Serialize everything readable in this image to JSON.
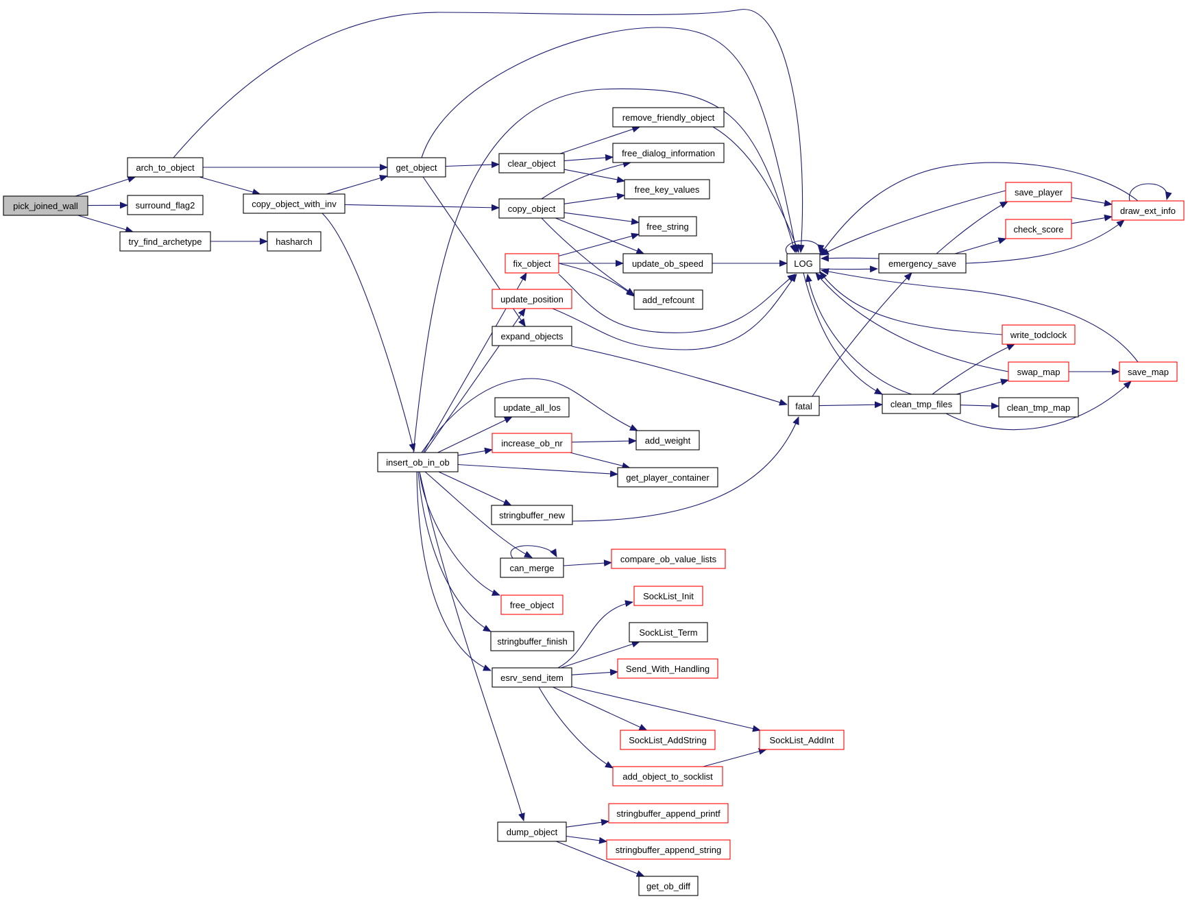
{
  "colors": {
    "edge": "#191970",
    "node_border": "#000000",
    "node_partial_border": "#ff0000",
    "root_fill": "#bfbfbf"
  },
  "nodes": [
    {
      "id": "pick_joined_wall",
      "label": "pick_joined_wall",
      "style": "root"
    },
    {
      "id": "arch_to_object",
      "label": "arch_to_object",
      "style": "normal"
    },
    {
      "id": "surround_flag2",
      "label": "surround_flag2",
      "style": "normal"
    },
    {
      "id": "try_find_archetype",
      "label": "try_find_archetype",
      "style": "normal"
    },
    {
      "id": "hasharch",
      "label": "hasharch",
      "style": "normal"
    },
    {
      "id": "copy_object_with_inv",
      "label": "copy_object_with_inv",
      "style": "normal"
    },
    {
      "id": "get_object",
      "label": "get_object",
      "style": "normal"
    },
    {
      "id": "insert_ob_in_ob",
      "label": "insert_ob_in_ob",
      "style": "normal"
    },
    {
      "id": "clear_object",
      "label": "clear_object",
      "style": "normal"
    },
    {
      "id": "copy_object",
      "label": "copy_object",
      "style": "normal"
    },
    {
      "id": "fix_object",
      "label": "fix_object",
      "style": "partial"
    },
    {
      "id": "update_position",
      "label": "update_position",
      "style": "partial"
    },
    {
      "id": "expand_objects",
      "label": "expand_objects",
      "style": "normal"
    },
    {
      "id": "update_all_los",
      "label": "update_all_los",
      "style": "normal"
    },
    {
      "id": "increase_ob_nr",
      "label": "increase_ob_nr",
      "style": "partial"
    },
    {
      "id": "stringbuffer_new",
      "label": "stringbuffer_new",
      "style": "normal"
    },
    {
      "id": "can_merge",
      "label": "can_merge",
      "style": "normal"
    },
    {
      "id": "free_object",
      "label": "free_object",
      "style": "partial"
    },
    {
      "id": "stringbuffer_finish",
      "label": "stringbuffer_finish",
      "style": "normal"
    },
    {
      "id": "esrv_send_item",
      "label": "esrv_send_item",
      "style": "normal"
    },
    {
      "id": "dump_object",
      "label": "dump_object",
      "style": "normal"
    },
    {
      "id": "remove_friendly_object",
      "label": "remove_friendly_object",
      "style": "normal"
    },
    {
      "id": "free_dialog_information",
      "label": "free_dialog_information",
      "style": "normal"
    },
    {
      "id": "free_key_values",
      "label": "free_key_values",
      "style": "normal"
    },
    {
      "id": "free_string",
      "label": "free_string",
      "style": "normal"
    },
    {
      "id": "update_ob_speed",
      "label": "update_ob_speed",
      "style": "normal"
    },
    {
      "id": "add_refcount",
      "label": "add_refcount",
      "style": "normal"
    },
    {
      "id": "add_weight",
      "label": "add_weight",
      "style": "normal"
    },
    {
      "id": "get_player_container",
      "label": "get_player_container",
      "style": "normal"
    },
    {
      "id": "compare_ob_value_lists",
      "label": "compare_ob_value_lists",
      "style": "partial"
    },
    {
      "id": "SockList_Init",
      "label": "SockList_Init",
      "style": "partial"
    },
    {
      "id": "SockList_Term",
      "label": "SockList_Term",
      "style": "normal"
    },
    {
      "id": "Send_With_Handling",
      "label": "Send_With_Handling",
      "style": "partial"
    },
    {
      "id": "SockList_AddString",
      "label": "SockList_AddString",
      "style": "partial"
    },
    {
      "id": "add_object_to_socklist",
      "label": "add_object_to_socklist",
      "style": "partial"
    },
    {
      "id": "SockList_AddInt",
      "label": "SockList_AddInt",
      "style": "partial"
    },
    {
      "id": "stringbuffer_append_printf",
      "label": "stringbuffer_append_printf",
      "style": "partial"
    },
    {
      "id": "stringbuffer_append_string",
      "label": "stringbuffer_append_string",
      "style": "partial"
    },
    {
      "id": "get_ob_diff",
      "label": "get_ob_diff",
      "style": "normal"
    },
    {
      "id": "LOG",
      "label": "LOG",
      "style": "normal"
    },
    {
      "id": "fatal",
      "label": "fatal",
      "style": "normal"
    },
    {
      "id": "emergency_save",
      "label": "emergency_save",
      "style": "normal"
    },
    {
      "id": "clean_tmp_files",
      "label": "clean_tmp_files",
      "style": "normal"
    },
    {
      "id": "save_player",
      "label": "save_player",
      "style": "partial"
    },
    {
      "id": "check_score",
      "label": "check_score",
      "style": "partial"
    },
    {
      "id": "draw_ext_info",
      "label": "draw_ext_info",
      "style": "partial"
    },
    {
      "id": "write_todclock",
      "label": "write_todclock",
      "style": "partial"
    },
    {
      "id": "swap_map",
      "label": "swap_map",
      "style": "partial"
    },
    {
      "id": "save_map",
      "label": "save_map",
      "style": "partial"
    },
    {
      "id": "clean_tmp_map",
      "label": "clean_tmp_map",
      "style": "normal"
    }
  ],
  "edges": [
    [
      "pick_joined_wall",
      "arch_to_object"
    ],
    [
      "pick_joined_wall",
      "surround_flag2"
    ],
    [
      "pick_joined_wall",
      "try_find_archetype"
    ],
    [
      "try_find_archetype",
      "hasharch"
    ],
    [
      "arch_to_object",
      "LOG"
    ],
    [
      "arch_to_object",
      "get_object"
    ],
    [
      "arch_to_object",
      "copy_object_with_inv"
    ],
    [
      "copy_object_with_inv",
      "get_object"
    ],
    [
      "copy_object_with_inv",
      "copy_object"
    ],
    [
      "copy_object_with_inv",
      "insert_ob_in_ob"
    ],
    [
      "get_object",
      "LOG"
    ],
    [
      "get_object",
      "clear_object"
    ],
    [
      "get_object",
      "expand_objects"
    ],
    [
      "clear_object",
      "remove_friendly_object"
    ],
    [
      "clear_object",
      "free_dialog_information"
    ],
    [
      "clear_object",
      "free_key_values"
    ],
    [
      "copy_object",
      "free_dialog_information"
    ],
    [
      "copy_object",
      "free_key_values"
    ],
    [
      "copy_object",
      "free_string"
    ],
    [
      "copy_object",
      "update_ob_speed"
    ],
    [
      "copy_object",
      "add_refcount"
    ],
    [
      "remove_friendly_object",
      "LOG"
    ],
    [
      "update_ob_speed",
      "LOG"
    ],
    [
      "fix_object",
      "free_string"
    ],
    [
      "fix_object",
      "update_ob_speed"
    ],
    [
      "fix_object",
      "add_refcount"
    ],
    [
      "fix_object",
      "LOG"
    ],
    [
      "update_position",
      "LOG"
    ],
    [
      "expand_objects",
      "fatal"
    ],
    [
      "insert_ob_in_ob",
      "LOG"
    ],
    [
      "insert_ob_in_ob",
      "fix_object"
    ],
    [
      "insert_ob_in_ob",
      "update_position"
    ],
    [
      "insert_ob_in_ob",
      "add_weight"
    ],
    [
      "insert_ob_in_ob",
      "update_all_los"
    ],
    [
      "insert_ob_in_ob",
      "increase_ob_nr"
    ],
    [
      "insert_ob_in_ob",
      "get_player_container"
    ],
    [
      "insert_ob_in_ob",
      "stringbuffer_new"
    ],
    [
      "insert_ob_in_ob",
      "can_merge"
    ],
    [
      "insert_ob_in_ob",
      "free_object"
    ],
    [
      "insert_ob_in_ob",
      "stringbuffer_finish"
    ],
    [
      "insert_ob_in_ob",
      "esrv_send_item"
    ],
    [
      "insert_ob_in_ob",
      "dump_object"
    ],
    [
      "increase_ob_nr",
      "add_weight"
    ],
    [
      "increase_ob_nr",
      "get_player_container"
    ],
    [
      "stringbuffer_new",
      "fatal"
    ],
    [
      "can_merge",
      "can_merge"
    ],
    [
      "can_merge",
      "compare_ob_value_lists"
    ],
    [
      "esrv_send_item",
      "SockList_Init"
    ],
    [
      "esrv_send_item",
      "SockList_Term"
    ],
    [
      "esrv_send_item",
      "Send_With_Handling"
    ],
    [
      "esrv_send_item",
      "SockList_AddString"
    ],
    [
      "esrv_send_item",
      "SockList_AddInt"
    ],
    [
      "esrv_send_item",
      "add_object_to_socklist"
    ],
    [
      "add_object_to_socklist",
      "SockList_AddInt"
    ],
    [
      "dump_object",
      "stringbuffer_append_printf"
    ],
    [
      "dump_object",
      "stringbuffer_append_string"
    ],
    [
      "dump_object",
      "get_ob_diff"
    ],
    [
      "LOG",
      "LOG"
    ],
    [
      "LOG",
      "emergency_save"
    ],
    [
      "LOG",
      "clean_tmp_files"
    ],
    [
      "fatal",
      "emergency_save"
    ],
    [
      "fatal",
      "clean_tmp_files"
    ],
    [
      "emergency_save",
      "LOG"
    ],
    [
      "emergency_save",
      "save_player"
    ],
    [
      "emergency_save",
      "check_score"
    ],
    [
      "emergency_save",
      "draw_ext_info"
    ],
    [
      "save_player",
      "LOG"
    ],
    [
      "save_player",
      "draw_ext_info"
    ],
    [
      "check_score",
      "draw_ext_info"
    ],
    [
      "draw_ext_info",
      "LOG"
    ],
    [
      "draw_ext_info",
      "draw_ext_info"
    ],
    [
      "clean_tmp_files",
      "LOG"
    ],
    [
      "clean_tmp_files",
      "write_todclock"
    ],
    [
      "clean_tmp_files",
      "swap_map"
    ],
    [
      "clean_tmp_files",
      "clean_tmp_map"
    ],
    [
      "clean_tmp_files",
      "save_map"
    ],
    [
      "write_todclock",
      "LOG"
    ],
    [
      "swap_map",
      "LOG"
    ],
    [
      "swap_map",
      "save_map"
    ],
    [
      "save_map",
      "LOG"
    ]
  ]
}
